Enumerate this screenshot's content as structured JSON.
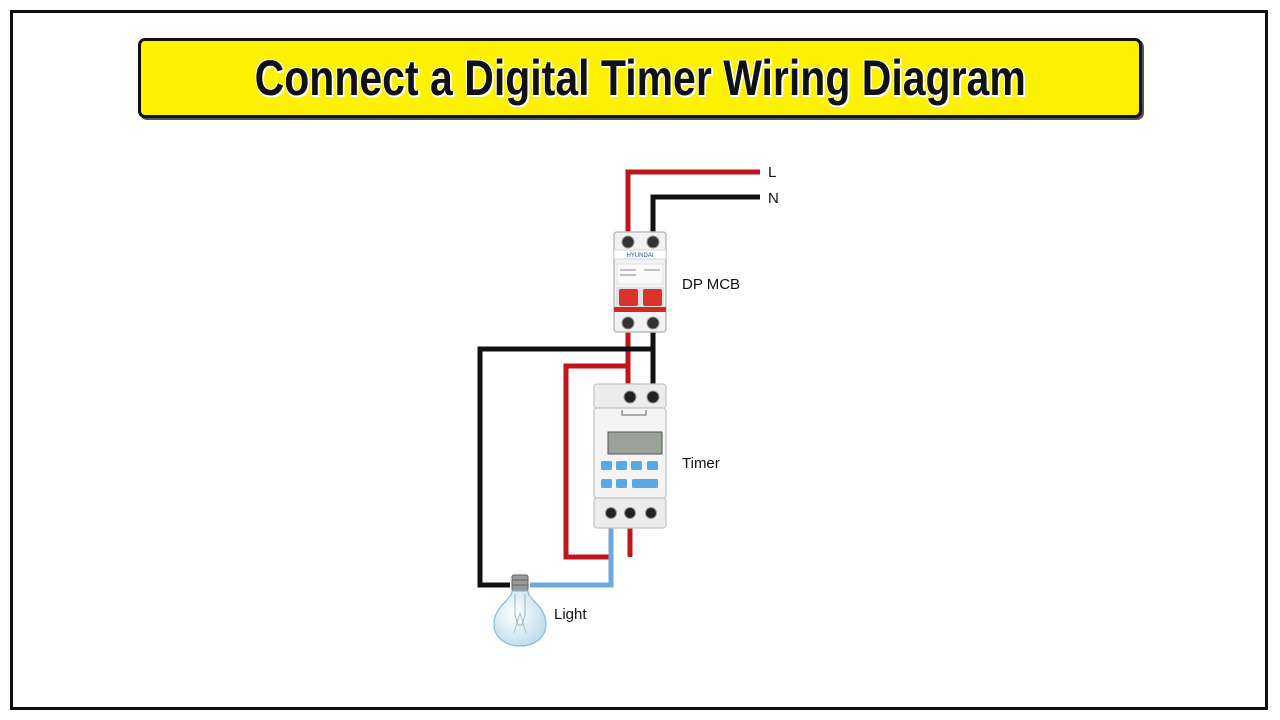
{
  "title": "Connect a Digital Timer Wiring Diagram",
  "labels": {
    "line": "L",
    "neutral": "N",
    "mcb": "DP MCB",
    "timer": "Timer",
    "light": "Light"
  },
  "mcb_brand": "HYUNDAI",
  "colors": {
    "banner": "#fff200",
    "line_wire": "#c0161b",
    "neutral_wire": "#111111",
    "load_wire": "#6fa8dc",
    "mcb_handle": "#d9332b",
    "timer_buttons": "#5aa9e6"
  }
}
